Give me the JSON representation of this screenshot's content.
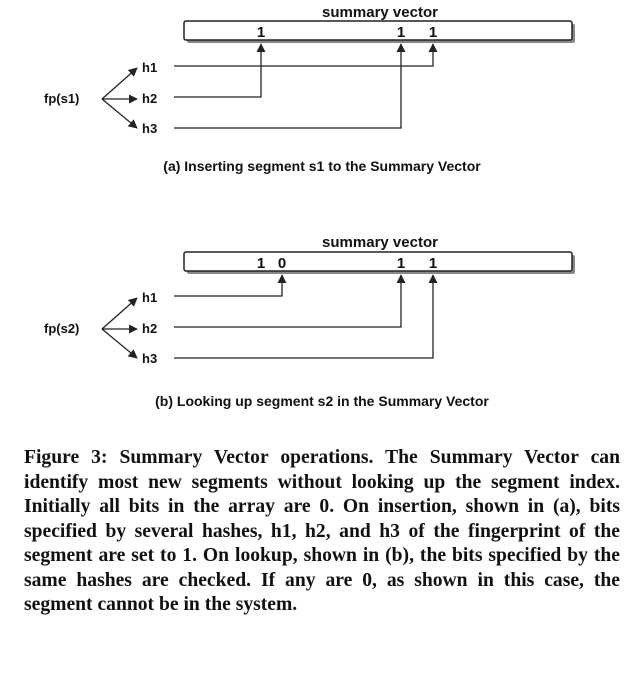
{
  "panel_a": {
    "vector_label": "summary vector",
    "fp_label": "fp(s1)",
    "hashes": [
      "h1",
      "h2",
      "h3"
    ],
    "bits": [
      "1",
      "1",
      "1"
    ],
    "caption": "(a) Inserting segment s1 to the Summary Vector"
  },
  "panel_b": {
    "vector_label": "summary vector",
    "fp_label": "fp(s2)",
    "hashes": [
      "h1",
      "h2",
      "h3"
    ],
    "bits": [
      "1",
      "0",
      "1",
      "1"
    ],
    "caption": "(b) Looking up segment s2 in the Summary Vector"
  },
  "figure_caption": "Figure 3: Summary Vector operations. The Summary Vector can identify most new segments without looking up the segment index. Initially all bits in the array are 0. On insertion, shown in (a), bits specified by several hashes, h1, h2, and h3 of the fingerprint of the segment are set to 1. On lookup, shown in (b), the bits specified by the same hashes are checked. If any are 0, as shown in this case, the segment cannot be in the system."
}
